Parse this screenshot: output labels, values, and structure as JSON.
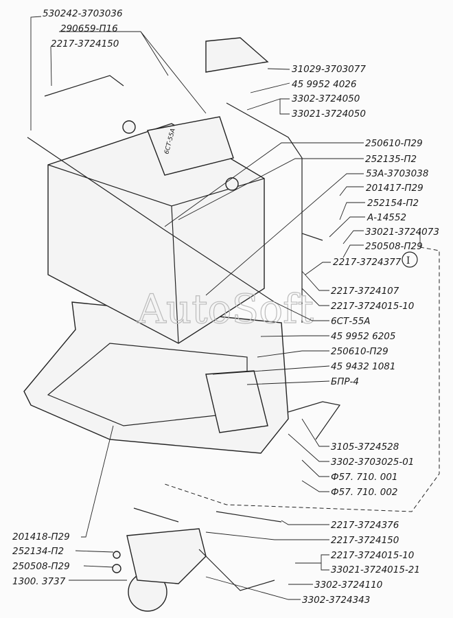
{
  "watermark": "AutoSoft",
  "detail_marker": "I",
  "labels": {
    "top_left": [
      "530242-3703036",
      "290659-П16",
      "2217-3724150"
    ],
    "right": [
      "31029-3703077",
      "45 9952 4026",
      "3302-3724050",
      "33021-3724050",
      "250610-П29",
      "252135-П2",
      "53А-3703038",
      "201417-П29",
      "252154-П2",
      "А-14552",
      "33021-3724073",
      "250508-П29",
      "2217-3724377",
      "2217-3724107",
      "2217-3724015-10",
      "6СТ-55А",
      "45 9952 6205",
      "250610-П29",
      "45 9432 1081",
      "БПР-4",
      "3105-3724528",
      "3302-3703025-01",
      "Ф57. 710. 001",
      "Ф57. 710. 002"
    ],
    "bottom_right": [
      "2217-3724376",
      "2217-3724150",
      "2217-3724015-10",
      "33021-3724015-21",
      "3302-3724110",
      "3302-3724343"
    ],
    "bottom_left": [
      "201418-П29",
      "252134-П2",
      "250508-П29",
      "1300. 3737"
    ]
  },
  "battery_marking": "6СТ-55А"
}
